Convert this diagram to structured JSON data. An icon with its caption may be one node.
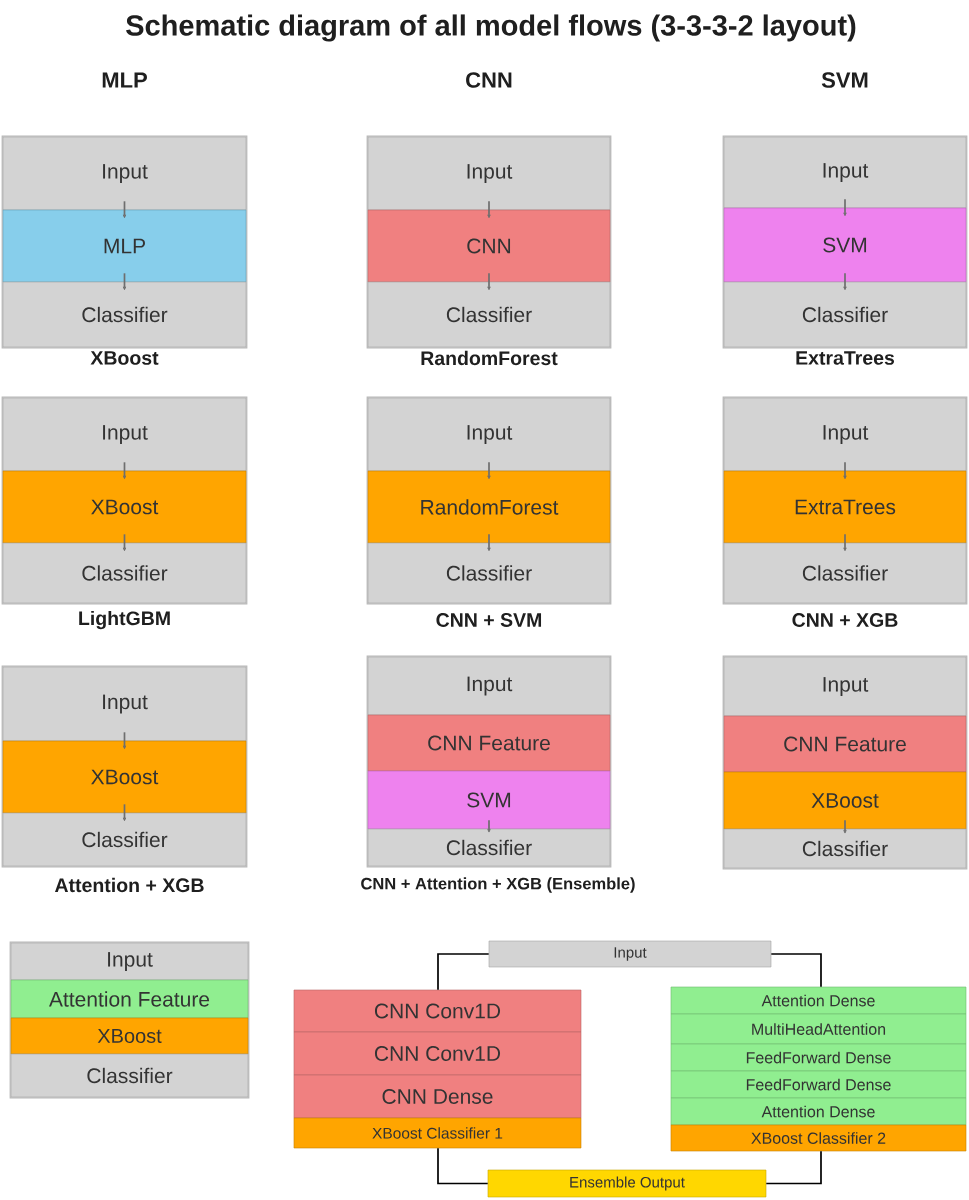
{
  "diagram": {
    "title": "Schematic diagram of all model flows (3-3-3-2 layout)",
    "nodes": [
      {
        "text": [
          "MLP"
        ]
      },
      {
        "text": [
          "Input"
        ],
        "in": 0
      },
      {
        "text": [
          "MLP"
        ],
        "in": 0
      },
      {
        "text": [
          "Classifier"
        ],
        "in": 0
      },
      {
        "text": [
          "CNN"
        ]
      },
      {
        "text": [
          "Input"
        ],
        "in": 4
      },
      {
        "text": [
          "CNN"
        ],
        "in": 4
      },
      {
        "text": [
          "Classifier"
        ],
        "in": 4
      },
      {
        "text": [
          "SVM"
        ]
      },
      {
        "text": [
          "Input"
        ],
        "in": 8
      },
      {
        "text": [
          "SVM"
        ],
        "in": 8
      },
      {
        "text": [
          "Classifier"
        ],
        "in": 8
      },
      {
        "text": [
          "XBoost"
        ]
      },
      {
        "text": [
          "Input"
        ],
        "in": 12
      },
      {
        "text": [
          "XBoost"
        ],
        "in": 12
      },
      {
        "text": [
          "Classifier"
        ],
        "in": 12
      },
      {
        "text": [
          "RandomForest"
        ]
      },
      {
        "text": [
          "Input"
        ],
        "in": 16
      },
      {
        "text": [
          "RandomForest"
        ],
        "in": 16
      },
      {
        "text": [
          "Classifier"
        ],
        "in": 16
      },
      {
        "text": [
          "ExtraTrees"
        ]
      },
      {
        "text": [
          "Input"
        ],
        "in": 20
      },
      {
        "text": [
          "ExtraTrees"
        ],
        "in": 20
      },
      {
        "text": [
          "Classifier"
        ],
        "in": 20
      },
      {
        "text": [
          "LightGBM"
        ]
      },
      {
        "text": [
          "Input"
        ],
        "in": 24
      },
      {
        "text": [
          "XBoost"
        ],
        "in": 24
      },
      {
        "text": [
          "Classifier"
        ],
        "in": 24
      },
      {
        "text": [
          "CNN + SVM"
        ]
      },
      {
        "text": [
          "Input"
        ],
        "in": 28
      },
      {
        "text": [
          "CNN Feature"
        ],
        "in": 28
      },
      {
        "text": [
          "SVM"
        ],
        "in": 28
      },
      {
        "text": [
          "Classifier"
        ],
        "in": 28
      },
      {
        "text": [
          "CNN + XGB"
        ]
      },
      {
        "text": [
          "Input"
        ],
        "in": 33
      },
      {
        "text": [
          "CNN Feature"
        ],
        "in": 33
      },
      {
        "text": [
          "XBoost"
        ],
        "in": 33
      },
      {
        "text": [
          "Classifier"
        ],
        "in": 33
      },
      {
        "text": [
          "Attention + XGB"
        ]
      },
      {
        "text": [
          "Input"
        ],
        "in": 38
      },
      {
        "text": [
          "Attention Feature"
        ],
        "in": 38
      },
      {
        "text": [
          "XBoost"
        ],
        "in": 38
      },
      {
        "text": [
          "Classifier"
        ],
        "in": 38
      },
      {
        "text": [
          "Input"
        ]
      },
      {
        "text": [
          "CNN Conv1D"
        ]
      },
      {
        "text": [
          "CNN Conv1D"
        ]
      },
      {
        "text": [
          "CNN Dense"
        ]
      },
      {
        "text": [
          "XBoost Classifier 1"
        ]
      },
      {
        "text": [
          "Attention Dense"
        ]
      },
      {
        "text": [
          "MultiHeadAttention"
        ]
      },
      {
        "text": [
          "FeedForward Dense"
        ]
      },
      {
        "text": [
          "FeedForward Dense"
        ]
      },
      {
        "text": [
          "Attention Dense"
        ]
      },
      {
        "text": [
          "XBoost Classifier 2"
        ]
      },
      {
        "text": [
          "Ensemble Output"
        ]
      }
    ],
    "edges": [
      {
        "from": 1,
        "to": 2,
        "arrow": "to"
      },
      {
        "from": 2,
        "to": 3,
        "arrow": "to"
      },
      {
        "from": 5,
        "to": 6,
        "arrow": "to"
      },
      {
        "from": 6,
        "to": 7,
        "arrow": "to"
      },
      {
        "from": 9,
        "to": 10,
        "arrow": "to"
      },
      {
        "from": 10,
        "to": 11,
        "arrow": "to"
      },
      {
        "from": 13,
        "to": 14,
        "arrow": "to"
      },
      {
        "from": 14,
        "to": 15,
        "arrow": "to"
      },
      {
        "from": 17,
        "to": 18,
        "arrow": "to"
      },
      {
        "from": 18,
        "to": 19,
        "arrow": "to"
      },
      {
        "from": 21,
        "to": 22,
        "arrow": "to"
      },
      {
        "from": 22,
        "to": 23,
        "arrow": "to"
      },
      {
        "from": 25,
        "to": 26,
        "arrow": "to"
      },
      {
        "from": 26,
        "to": 27,
        "arrow": "to"
      },
      {
        "from": 31,
        "to": 32,
        "arrow": "to"
      },
      {
        "from": 36,
        "to": 37,
        "arrow": "to"
      },
      {
        "from": 43,
        "to": 44,
        "arrow": "none",
        "color": "#000000"
      },
      {
        "from": 43,
        "to": 48,
        "arrow": "none",
        "color": "#000000"
      },
      {
        "from": 47,
        "to": 54,
        "arrow": "none",
        "color": "#000000"
      },
      {
        "from": 53,
        "to": 54,
        "arrow": "none",
        "color": "#000000"
      }
    ],
    "labels": [
      "CNN + Attention + XGB (Ensemble)"
    ]
  }
}
